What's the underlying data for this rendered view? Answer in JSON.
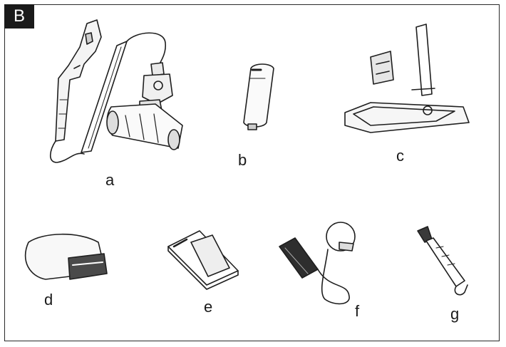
{
  "panel": {
    "badge": "B"
  },
  "items": [
    {
      "label": "a",
      "icon": "mop-vacuum-with-handle-and-floor-head-icon"
    },
    {
      "label": "b",
      "icon": "water-tank-icon"
    },
    {
      "label": "c",
      "icon": "charging-stand-icon"
    },
    {
      "label": "d",
      "icon": "battery-pack-icon"
    },
    {
      "label": "e",
      "icon": "user-manual-icon"
    },
    {
      "label": "f",
      "icon": "charger-adapter-icon"
    },
    {
      "label": "g",
      "icon": "cleaning-brush-tool-icon"
    }
  ]
}
